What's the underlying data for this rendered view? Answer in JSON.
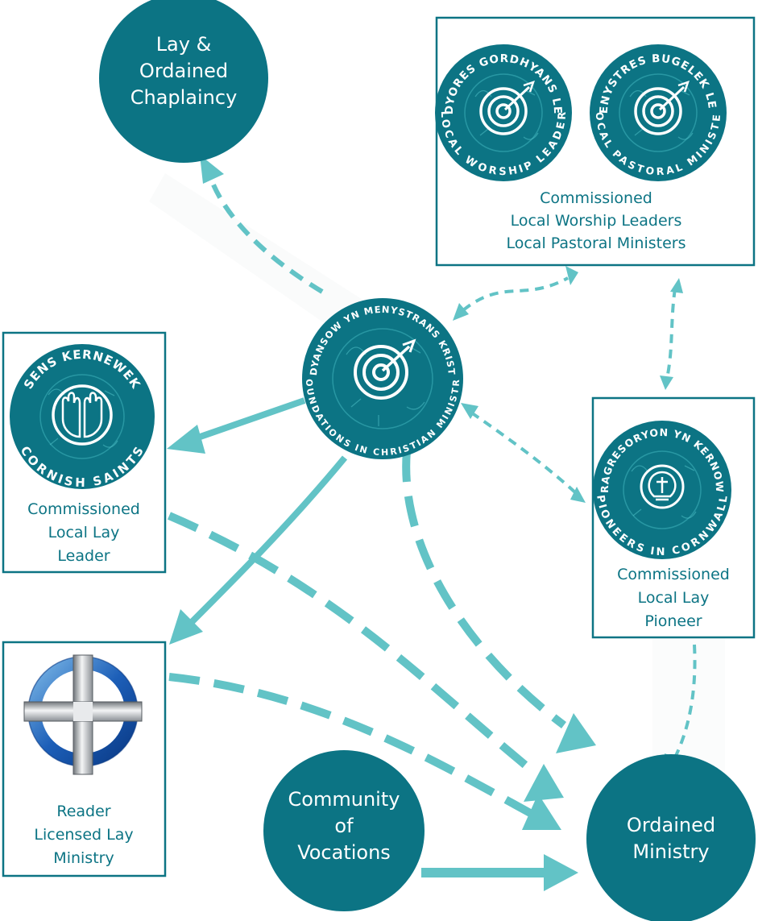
{
  "nodes": {
    "chaplaincy": {
      "lines": [
        "Lay &",
        "Ordained",
        "Chaplaincy"
      ]
    },
    "worship_box": {
      "badge_left": {
        "top_arc": "LEDYORES GORDHYANS LEEL",
        "bottom_arc": "LOCAL WORSHIP LEADER"
      },
      "badge_right": {
        "top_arc": "MENYSTRES BUGELEK LEEL",
        "bottom_arc": "LOCAL PASTORAL MINISTER"
      },
      "lines": [
        "Commissioned",
        "Local Worship Leaders",
        "Local Pastoral Ministers"
      ]
    },
    "foundations": {
      "top_arc": "FONDYANSOW YN MENYSTRANS KRISTYON",
      "bottom_arc": "FOUNDATIONS IN CHRISTIAN MINISTRY"
    },
    "lay_leader_box": {
      "badge": {
        "top_arc": "SENS KERNEWEK",
        "bottom_arc": "CORNISH SAINTS"
      },
      "lines": [
        "Commissioned",
        "Local Lay",
        "Leader"
      ]
    },
    "pioneer_box": {
      "badge": {
        "top_arc": "RAGRESORYON YN KERNOW",
        "bottom_arc": "PIONEERS IN CORNWALL"
      },
      "lines": [
        "Commissioned",
        "Local Lay",
        "Pioneer"
      ]
    },
    "reader_box": {
      "lines": [
        "Reader",
        "Licensed Lay",
        "Ministry"
      ]
    },
    "community": {
      "lines": [
        "Community",
        "of",
        "Vocations"
      ]
    },
    "ordained": {
      "lines": [
        "Ordained",
        "Ministry"
      ]
    }
  },
  "colors": {
    "node": "#0c7484",
    "arrow": "#62c3c6",
    "doodle": "#4fc0c6"
  },
  "icons": {
    "foundations": "target-arrow-icon",
    "worship": "target-arrow-icon",
    "pastoral": "target-arrow-icon",
    "saints": "praying-hands-icon",
    "pioneer": "lightbulb-cross-icon",
    "reader": "cross-ring-icon"
  }
}
